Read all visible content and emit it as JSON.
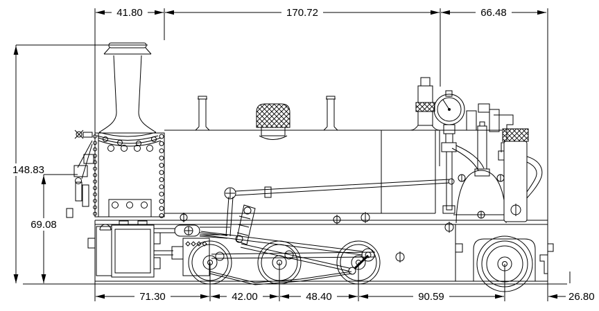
{
  "drawing": {
    "type": "engineering-side-elevation",
    "subject": "steam-locomotive",
    "colors": {
      "line": "#000000",
      "background": "#ffffff"
    },
    "dimensions": {
      "top": [
        {
          "id": "smokebox-length",
          "label": "41.80"
        },
        {
          "id": "boiler-length",
          "label": "170.72"
        },
        {
          "id": "rear-overhang",
          "label": "66.48"
        }
      ],
      "left": [
        {
          "id": "overall-height",
          "label": "148.83"
        },
        {
          "id": "front-fitting-height",
          "label": "69.08"
        }
      ],
      "bottom": [
        {
          "id": "front-to-axle1",
          "label": "71.30"
        },
        {
          "id": "axle1-to-axle2",
          "label": "42.00"
        },
        {
          "id": "axle2-to-axle3",
          "label": "48.40"
        },
        {
          "id": "axle3-to-trailing-axle",
          "label": "90.59"
        },
        {
          "id": "trailing-axle-to-rear",
          "label": "26.80"
        }
      ]
    }
  }
}
